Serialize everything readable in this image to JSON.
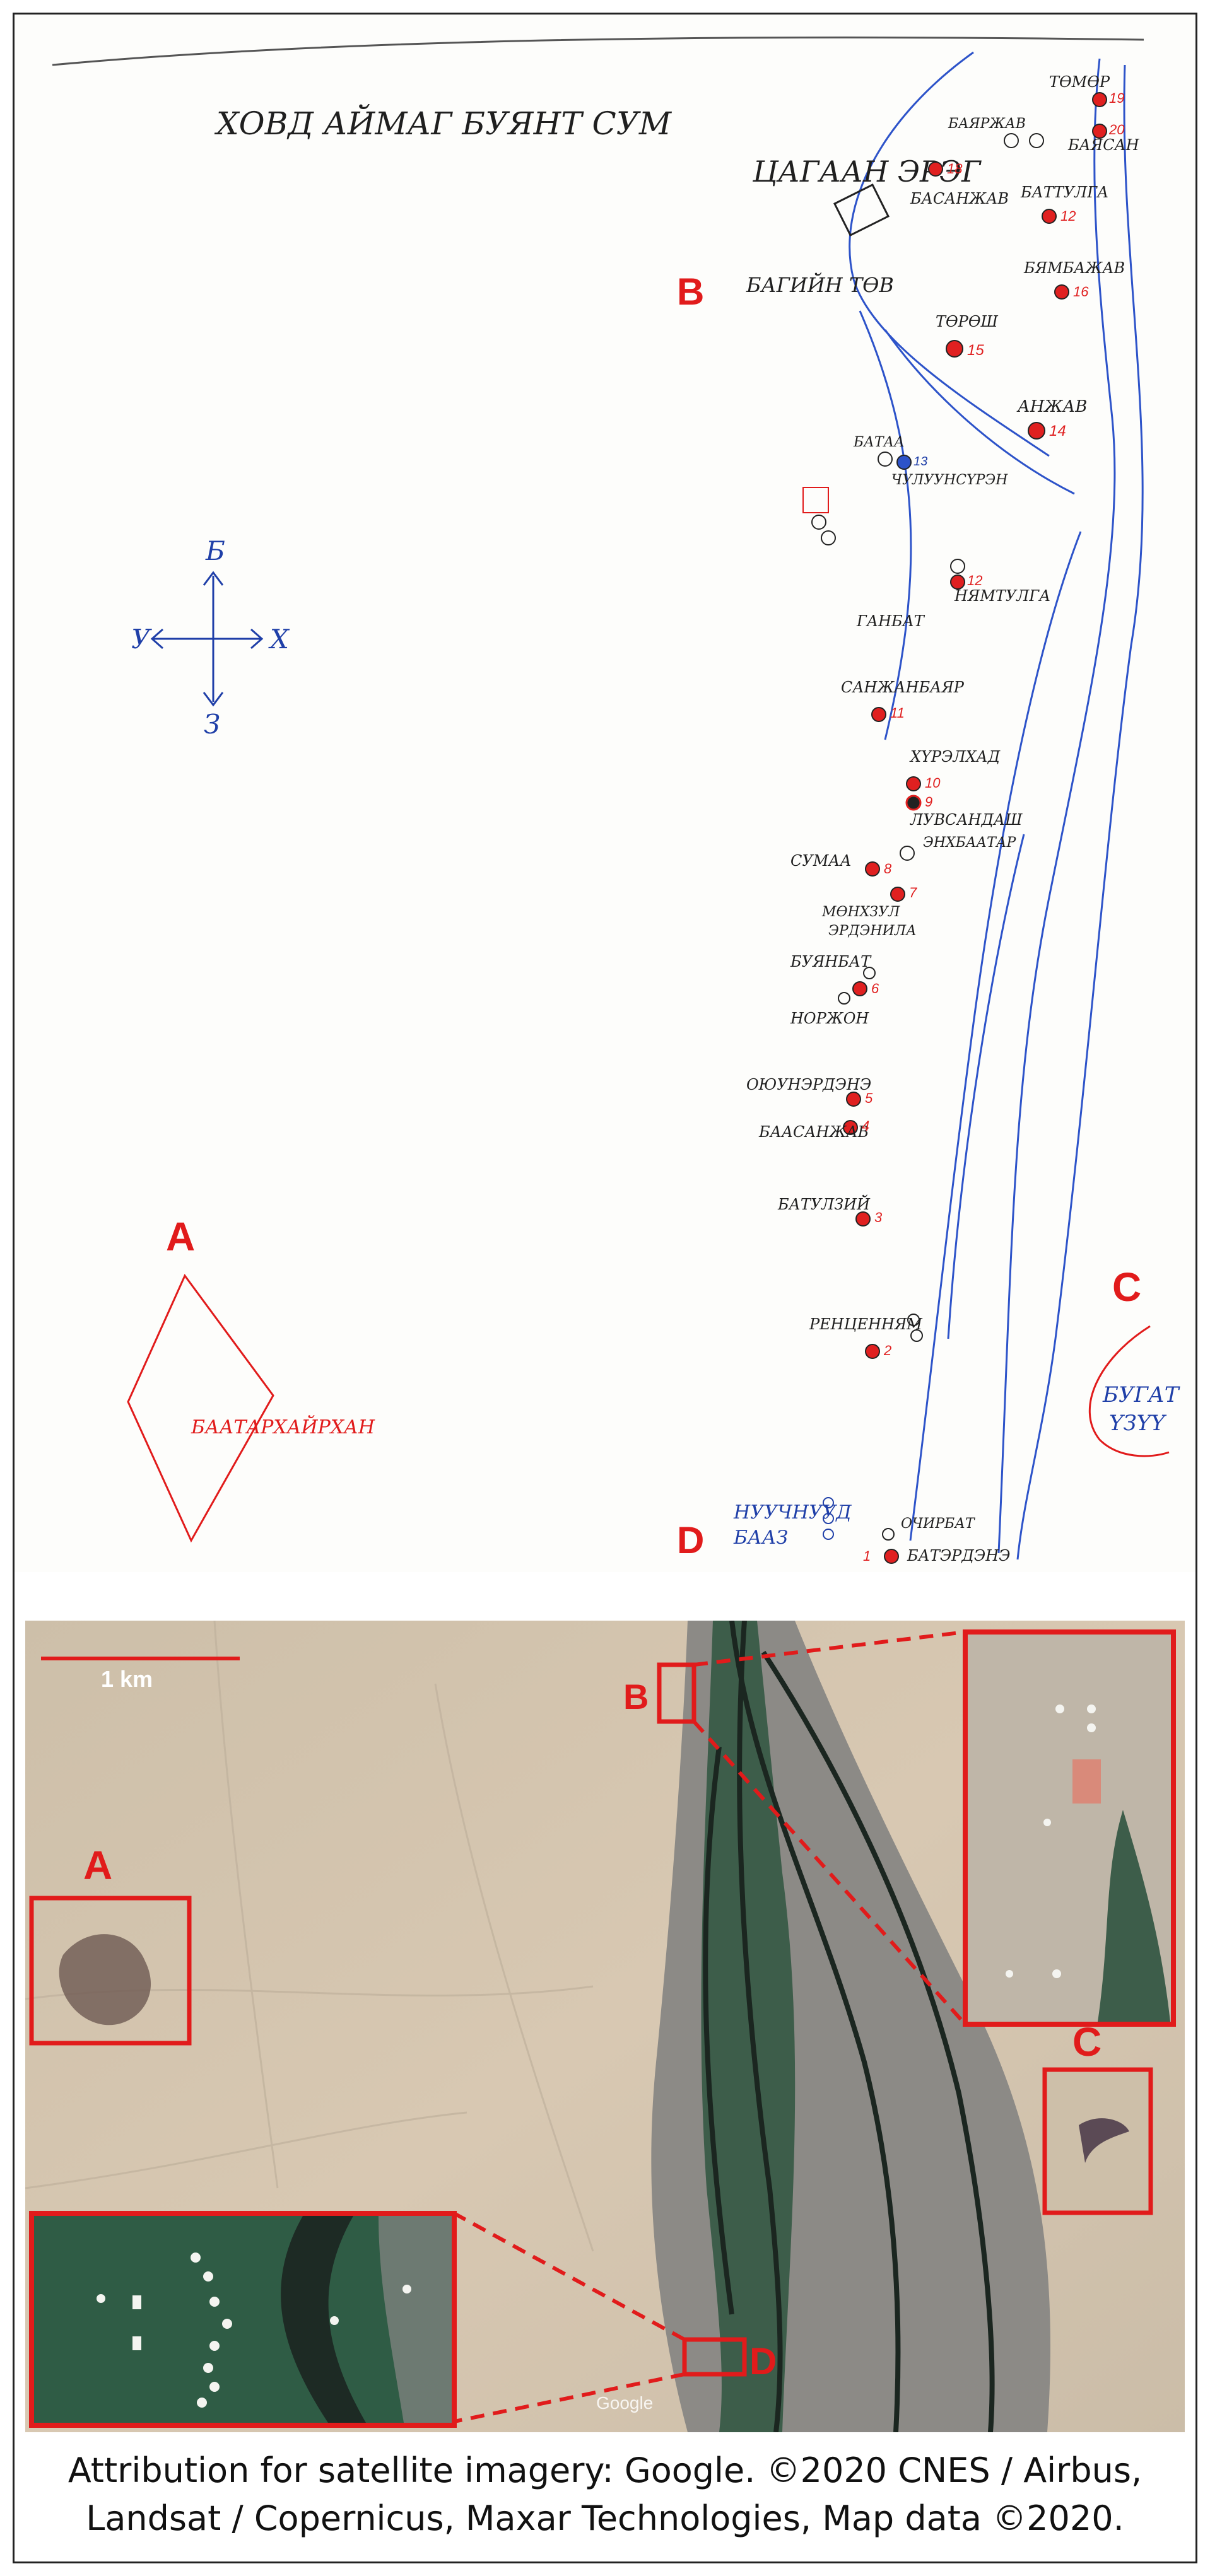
{
  "sketch": {
    "title": "ХОВД АЙМАГ БУЯНТ СУМ",
    "compass": {
      "top": "Б",
      "left": "У",
      "right": "Х",
      "bottom": "З"
    },
    "places": {
      "tsagaan_ereg": "ЦАГААН ЭРЭГ",
      "bagiin_tov": "БАГИЙН ТӨВ",
      "baatarkhairkhan": "БААТАРХАЙРХАН",
      "bugat_uzuur": [
        "БУГАТ",
        "ҮЗҮҮ"
      ],
      "nuuchnuud_baaz": [
        "НУУЧНУУД",
        "БААЗ"
      ]
    },
    "households": [
      {
        "name": "ТӨМӨР",
        "num": "19"
      },
      {
        "name": "БАЯРЖАВ",
        "num": ""
      },
      {
        "name": "БАЯСАН",
        "num": "20"
      },
      {
        "name": "БАСАНЖАВ",
        "num": "18"
      },
      {
        "name": "БАТТУЛГА",
        "num": "12"
      },
      {
        "name": "БЯМБАЖАВ",
        "num": "16"
      },
      {
        "name": "ТӨРӨШ",
        "num": "15"
      },
      {
        "name": "АНЖАВ",
        "num": "14"
      },
      {
        "name": "БАТАА",
        "num": ""
      },
      {
        "name": "ЧУЛУУНСҮРЭН",
        "num": "13"
      },
      {
        "name": "НЯМТУЛГА",
        "num": "12"
      },
      {
        "name": "ГАНБАТ",
        "num": ""
      },
      {
        "name": "САНЖАНБАЯР",
        "num": "11"
      },
      {
        "name": "ХҮРЭЛХАД",
        "num": "10"
      },
      {
        "name": "ЛУВСАНДАШ",
        "num": "9"
      },
      {
        "name": "ЭНХБААТАР",
        "num": ""
      },
      {
        "name": "СУМАА",
        "num": "8"
      },
      {
        "name": "МӨНХЗУЛ",
        "num": "7"
      },
      {
        "name": "ЭРДЭНИЛА",
        "num": ""
      },
      {
        "name": "БУЯНБАТ",
        "num": "6"
      },
      {
        "name": "НОРЖОН",
        "num": ""
      },
      {
        "name": "ОЮУНЭРДЭНЭ",
        "num": "5"
      },
      {
        "name": "БААСАНЖАВ",
        "num": "4"
      },
      {
        "name": "БАТУЛЗИЙ",
        "num": "3"
      },
      {
        "name": "РЕНЦЕННЯМ",
        "num": "2"
      },
      {
        "name": "ОЧИРБАТ",
        "num": ""
      },
      {
        "name": "БАТЭРДЭНЭ",
        "num": "1"
      }
    ],
    "region_letters": {
      "a": "A",
      "b": "B",
      "c": "C",
      "d": "D"
    }
  },
  "satellite": {
    "scale_label": "1 km",
    "letters": {
      "a": "A",
      "b": "B",
      "c": "C",
      "d": "D"
    },
    "google_mark": "Google"
  },
  "attribution": {
    "line1": "Attribution for satellite imagery: Google. ©2020 CNES / Airbus,",
    "line2": "Landsat / Copernicus, Maxar Technologies, Map data ©2020."
  },
  "colors": {
    "accent_red": "#e11b1b",
    "river_blue": "#2d53c9",
    "household_red": "#e02020"
  }
}
